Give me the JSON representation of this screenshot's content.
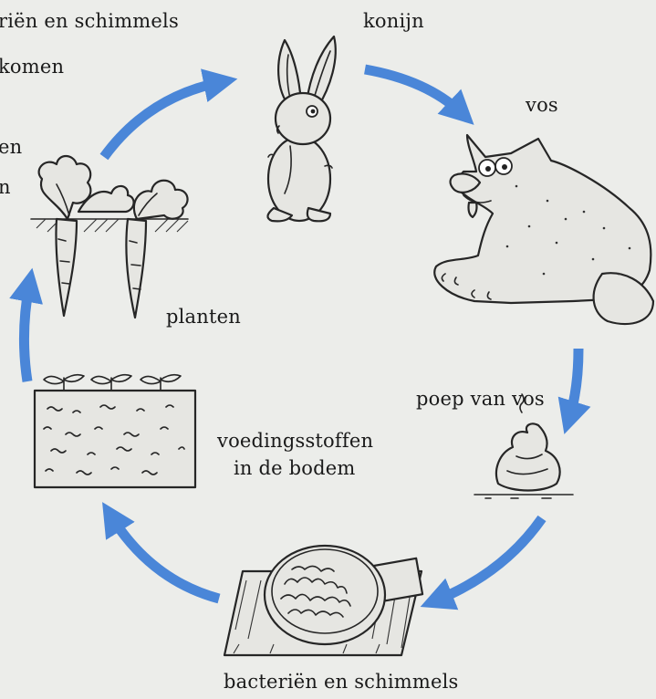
{
  "cycle_labels": {
    "rabbit": "konijn",
    "fox": "vos",
    "fox_dropping": "poep van vos",
    "decomposers": "bacteriën en schimmels",
    "soil_nutrients_line1": "voedingsstoffen",
    "soil_nutrients_line2": "in de bodem",
    "plants": "planten"
  },
  "cropped_text_left": {
    "line1": "riën en schimmels",
    "line2": "komen",
    "line3": "en",
    "line4": "n"
  },
  "icons": [
    "rabbit-icon",
    "fox-icon",
    "dropping-icon",
    "decomposer-icon",
    "soil-icon",
    "plants-icon"
  ],
  "colors": {
    "arrow": "#4a86d8",
    "background": "#ecedea",
    "ink": "#1a1a1a"
  }
}
